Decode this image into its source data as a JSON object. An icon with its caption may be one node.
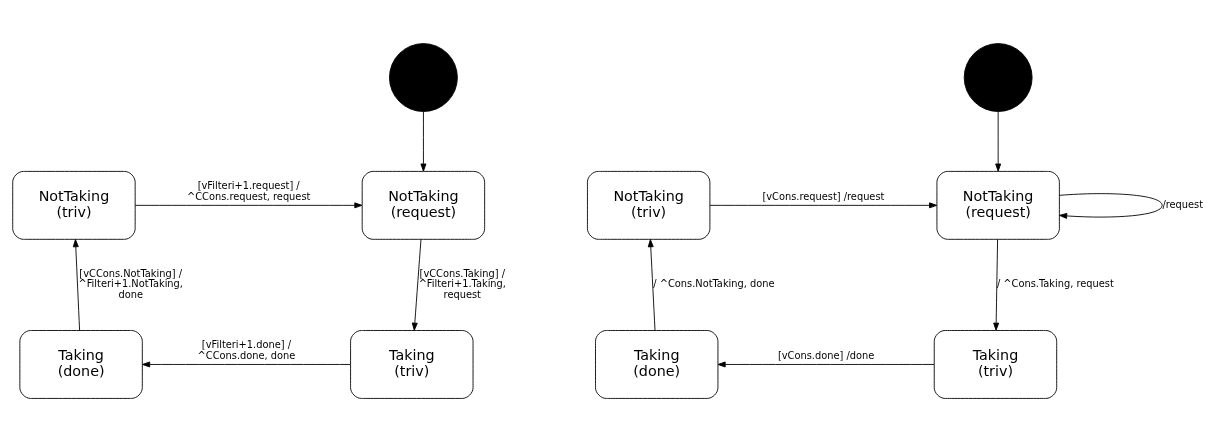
{
  "diagram": {
    "nodes": [
      {
        "text": [],
        "shape": "circle"
      },
      {
        "text": [
          "NotTaking (triv)"
        ]
      },
      {
        "text": [
          "NotTaking (request)"
        ]
      },
      {
        "text": [
          "Taking (done)"
        ]
      },
      {
        "text": [
          "Taking (triv)"
        ]
      },
      {
        "text": [],
        "shape": "circle"
      },
      {
        "text": [
          "NotTaking (triv)"
        ]
      },
      {
        "text": [
          "NotTaking (request)"
        ]
      },
      {
        "text": [
          "Taking (done)"
        ]
      },
      {
        "text": [
          "Taking (triv)"
        ]
      }
    ],
    "edges": [
      {
        "from": 0,
        "to": 2,
        "arrow": "to"
      },
      {
        "from": 1,
        "to": 2,
        "arrow": "to",
        "label": "[vFilteri+1.request] / ^CCons.request, request"
      },
      {
        "from": 2,
        "to": 4,
        "arrow": "to",
        "label": "[vCCons.Taking] / ^Filteri+1.Taking, request"
      },
      {
        "from": 4,
        "to": 3,
        "arrow": "to",
        "label": "[vFilteri+1.done] / ^CCons.done, done"
      },
      {
        "from": 3,
        "to": 1,
        "arrow": "to",
        "label": "[vCCons.NotTaking] / ^Filteri+1.NotTaking, done"
      },
      {
        "from": 5,
        "to": 7,
        "arrow": "to"
      },
      {
        "from": 6,
        "to": 7,
        "arrow": "to",
        "label": "[vCons.request] /request"
      },
      {
        "from": 7,
        "to": 7,
        "arrow": "to",
        "label": "/request"
      },
      {
        "from": 7,
        "to": 9,
        "arrow": "to",
        "label": "/ ^Cons.Taking, request"
      },
      {
        "from": 9,
        "to": 8,
        "arrow": "to",
        "label": "[vCons.done] /done"
      },
      {
        "from": 8,
        "to": 6,
        "arrow": "to",
        "label": "/ ^Cons.NotTaking, done"
      }
    ]
  }
}
